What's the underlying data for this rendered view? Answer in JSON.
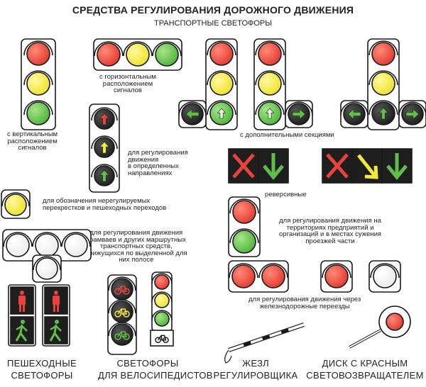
{
  "header": {
    "title": "СРЕДСТВА РЕГУЛИРОВАНИЯ ДОРОЖНОГО ДВИЖЕНИЯ",
    "subtitle": "ТРАНСПОРТНЫЕ СВЕТОФОРЫ"
  },
  "captions": {
    "vertical": [
      "с вертикальным",
      "расположением",
      "сигналов"
    ],
    "horizontal": [
      "с горизонтальным",
      "расположением",
      "сигналов"
    ],
    "directional": [
      "для регулирования",
      "движения",
      "в определенных",
      "направлениях"
    ],
    "additional": "с дополнительными секциями",
    "reversible": "реверсивные",
    "flashing": [
      "для обозначения нерегулируемых",
      "перекрестков и пешеходных переходов"
    ],
    "tram": [
      "для регулирования движения",
      "трамваев и других маршрутных",
      "транспортных средств,",
      "движущихся по выделенной для",
      "них полосе"
    ],
    "territory": [
      "для регулирования движения на",
      "территориях предприятий и",
      "организаций и в местах сужения",
      "проезжей части"
    ],
    "railway": [
      "для регулирования движения через",
      "железнодорожные переезды"
    ]
  },
  "bottom_labels": {
    "pedestrian": [
      "ПЕШЕХОДНЫЕ",
      "СВЕТОФОРЫ"
    ],
    "bicycle": [
      "СВЕТОФОРЫ",
      "ДЛЯ ВЕЛОСИПЕДИСТОВ"
    ],
    "baton": [
      "ЖЕЗЛ",
      "РЕГУЛИРОВЩИКА"
    ],
    "disc": [
      "ДИСК С КРАСНЫМ",
      "СВЕТОВОЗВРАЩАТЕЛЕМ"
    ]
  },
  "colors": {
    "red": "#e8423a",
    "yellow": "#f2e93a",
    "green": "#5fbe48",
    "dark": "#2a2a2a",
    "outline": "#1a1a1a"
  }
}
